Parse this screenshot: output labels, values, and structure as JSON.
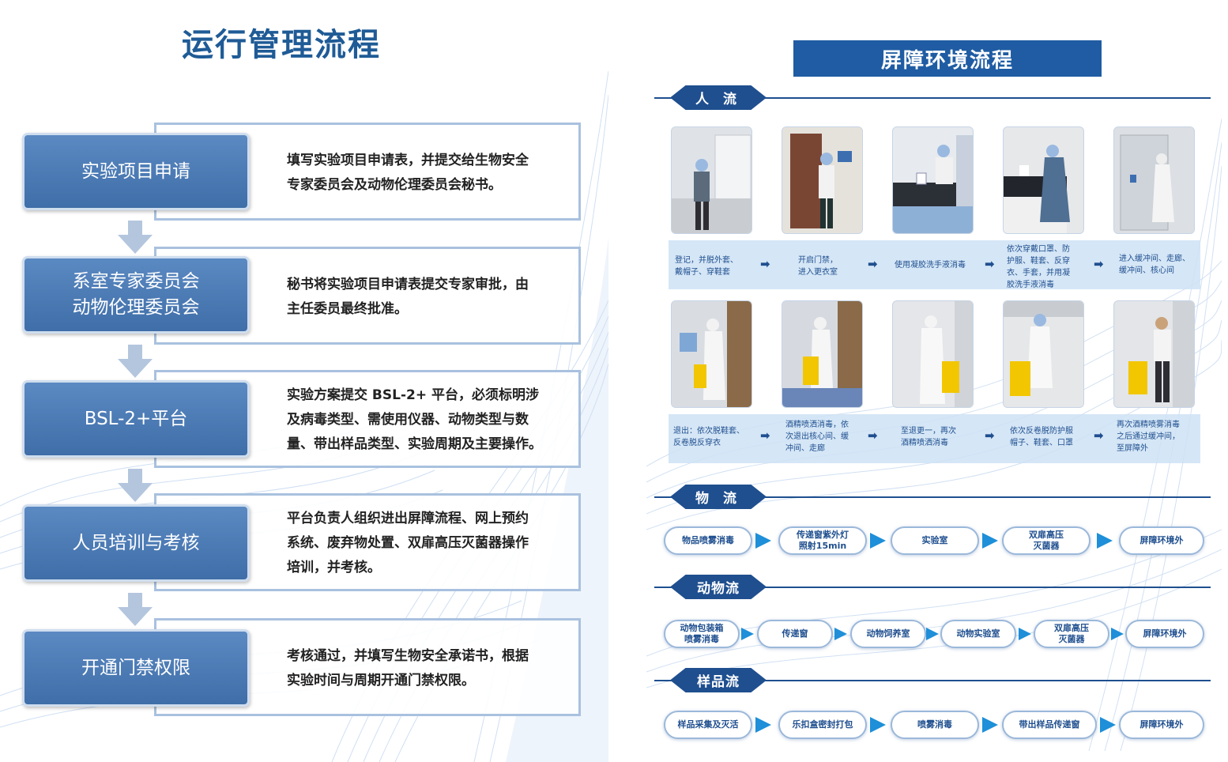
{
  "left": {
    "title": "运行管理流程",
    "steps": [
      {
        "name_lines": [
          "实验项目申请"
        ],
        "desc_lines": [
          "填写实验项目申请表，并提交给生物安全",
          "专家委员会及动物伦理委员会秘书。"
        ]
      },
      {
        "name_lines": [
          "系室专家委员会",
          "动物伦理委员会"
        ],
        "desc_lines": [
          "秘书将实验项目申请表提交专家审批，由",
          "主任委员最终批准。"
        ]
      },
      {
        "name_lines": [
          "BSL-2+平台"
        ],
        "desc_lines": [
          "实验方案提交 BSL-2+ 平台，必须标明涉",
          "及病毒类型、需使用仪器、动物类型与数",
          "量、带出样品类型、实验周期及主要操作。"
        ]
      },
      {
        "name_lines": [
          "人员培训与考核"
        ],
        "desc_lines": [
          "平台负责人组织进出屏障流程、网上预约",
          "系统、废弃物处置、双扉高压灭菌器操作",
          "培训，并考核。"
        ]
      },
      {
        "name_lines": [
          "开通门禁权限"
        ],
        "desc_lines": [
          "考核通过，并填写生物安全承诺书，根据",
          "实验时间与周期开通门禁权限。"
        ]
      }
    ]
  },
  "right": {
    "title": "屏障环境流程",
    "people_flow": {
      "label": "人 流",
      "entry_captions": [
        [
          "登记，并脱外套、",
          "戴帽子、穿鞋套"
        ],
        [
          "开启门禁，",
          "进入更衣室"
        ],
        [
          "使用凝胶洗手液消毒"
        ],
        [
          "依次穿戴口罩、防",
          "护服、鞋套、反穿",
          "衣、手套，并用凝",
          "胶洗手液消毒"
        ],
        [
          "进入缓冲间、走廊、",
          "缓冲间、核心间"
        ]
      ],
      "exit_captions": [
        [
          "退出：依次脱鞋套、",
          "反卷脱反穿衣"
        ],
        [
          "酒精喷洒消毒，依",
          "次退出核心间、缓",
          "冲间、走廊"
        ],
        [
          "至退更一，再次",
          "酒精喷洒消毒"
        ],
        [
          "依次反卷脱防护服",
          "帽子、鞋套、口罩"
        ],
        [
          "再次酒精喷雾消毒",
          "之后通过缓冲间，",
          "至屏障外"
        ]
      ]
    },
    "goods_flow": {
      "label": "物 流",
      "steps": [
        [
          "物品喷雾消毒"
        ],
        [
          "传递窗紫外灯",
          "照射15min"
        ],
        [
          "实验室"
        ],
        [
          "双扉高压",
          "灭菌器"
        ],
        [
          "屏障环境外"
        ]
      ]
    },
    "animal_flow": {
      "label": "动物流",
      "steps": [
        [
          "动物包装箱",
          "喷雾消毒"
        ],
        [
          "传递窗"
        ],
        [
          "动物饲养室"
        ],
        [
          "动物实验室"
        ],
        [
          "双扉高压",
          "灭菌器"
        ],
        [
          "屏障环境外"
        ]
      ]
    },
    "sample_flow": {
      "label": "样品流",
      "steps": [
        [
          "样品采集及灭活"
        ],
        [
          "乐扣盒密封打包"
        ],
        [
          "喷雾消毒"
        ],
        [
          "带出样品传递窗"
        ],
        [
          "屏障环境外"
        ]
      ]
    }
  },
  "colors": {
    "title_blue": "#1f5b96",
    "step_blue": "#4a79b4",
    "dark_blue": "#1f4f8f",
    "pill_border": "#9bb8da",
    "arrow_blue": "#1e8fd8"
  }
}
